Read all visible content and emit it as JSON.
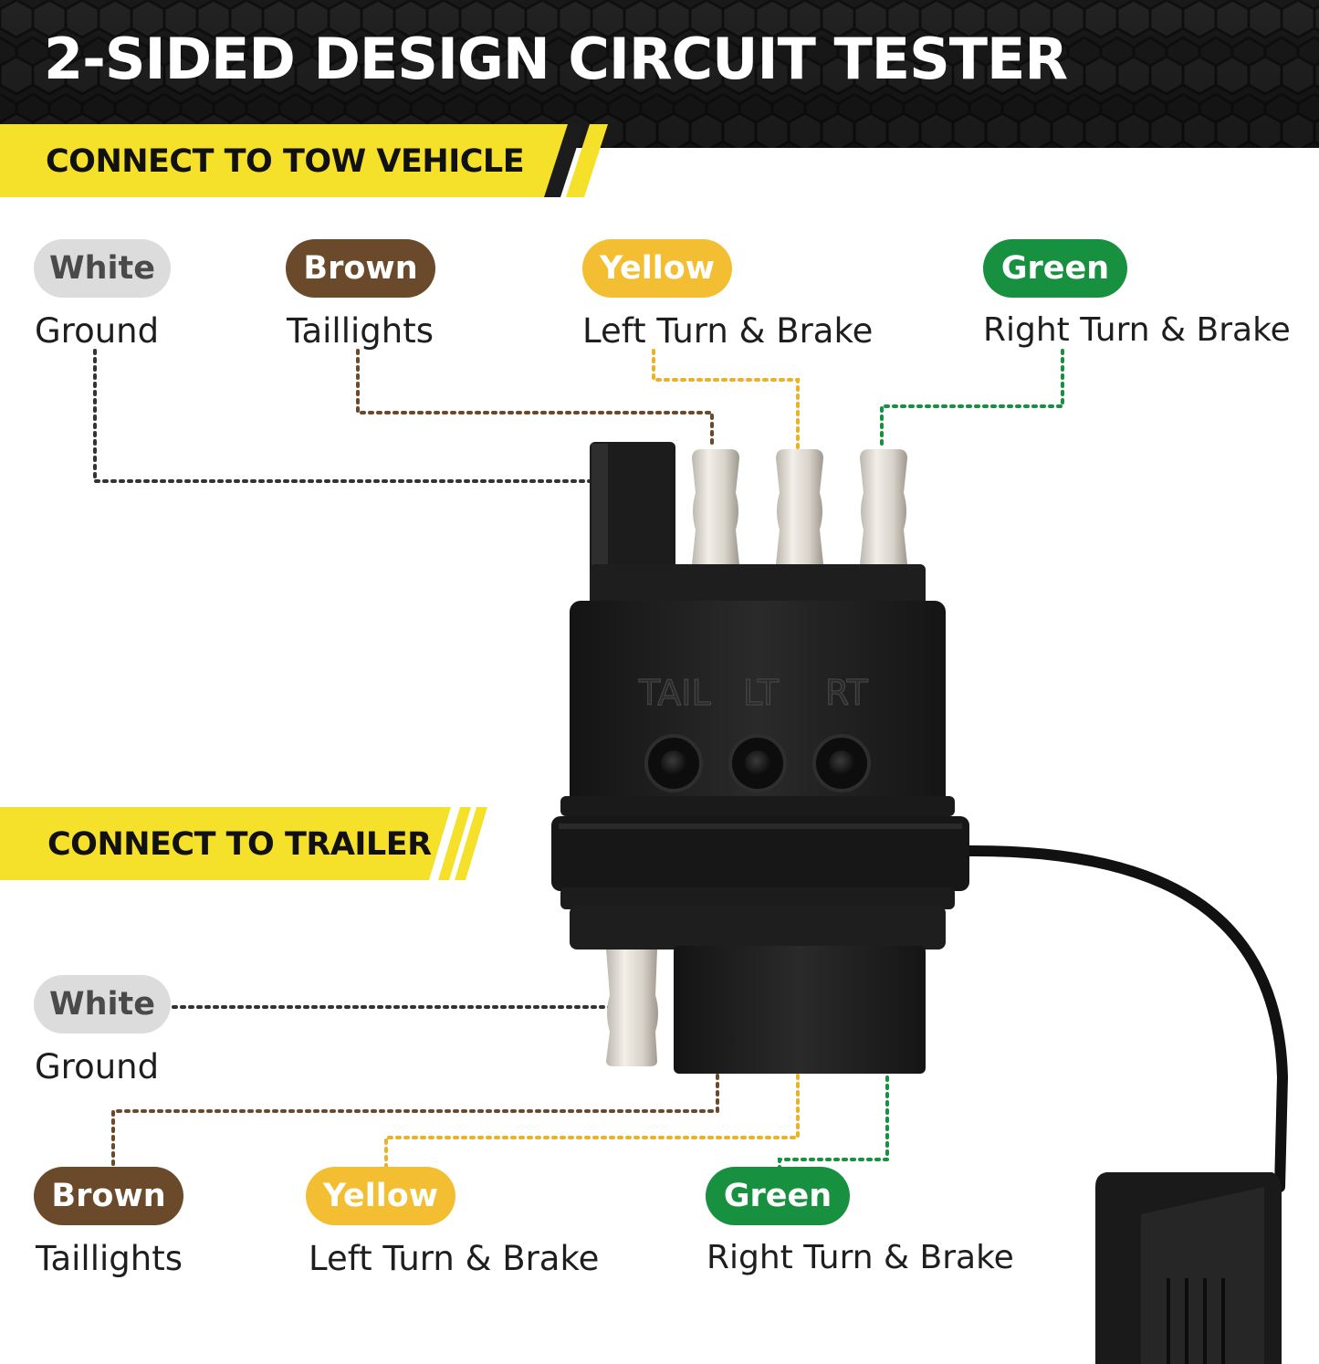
{
  "title": "2-SIDED DESIGN CIRCUIT TESTER",
  "sections": {
    "tow_vehicle": {
      "label": "CONNECT TO TOW VEHICLE",
      "wires": [
        {
          "color_name": "White",
          "function": "Ground",
          "pill_color": "#dcdcdc",
          "text_color": "#4a4a4a",
          "line_color": "#333333"
        },
        {
          "color_name": "Brown",
          "function": "Taillights",
          "pill_color": "#6b4a2b",
          "text_color": "#ffffff",
          "line_color": "#6b4a2b"
        },
        {
          "color_name": "Yellow",
          "function": "Left Turn & Brake",
          "pill_color": "#f4be32",
          "text_color": "#ffffff",
          "line_color": "#e9b22a"
        },
        {
          "color_name": "Green",
          "function": "Right Turn & Brake",
          "pill_color": "#17913f",
          "text_color": "#ffffff",
          "line_color": "#17913f"
        }
      ]
    },
    "trailer": {
      "label": "CONNECT TO TRAILER",
      "wires": [
        {
          "color_name": "White",
          "function": "Ground",
          "pill_color": "#dcdcdc",
          "text_color": "#4a4a4a",
          "line_color": "#333333"
        },
        {
          "color_name": "Brown",
          "function": "Taillights",
          "pill_color": "#6b4a2b",
          "text_color": "#ffffff",
          "line_color": "#6b4a2b"
        },
        {
          "color_name": "Yellow",
          "function": "Left Turn & Brake",
          "pill_color": "#f4be32",
          "text_color": "#ffffff",
          "line_color": "#e9b22a"
        },
        {
          "color_name": "Green",
          "function": "Right Turn & Brake",
          "pill_color": "#17913f",
          "text_color": "#ffffff",
          "line_color": "#17913f"
        }
      ]
    }
  },
  "device": {
    "indicator_labels": [
      "TAIL",
      "LT",
      "RT"
    ]
  },
  "colors": {
    "banner_yellow": "#f6e12a",
    "header_dark": "#1c1c1c",
    "device_black": "#1b1b1b"
  }
}
